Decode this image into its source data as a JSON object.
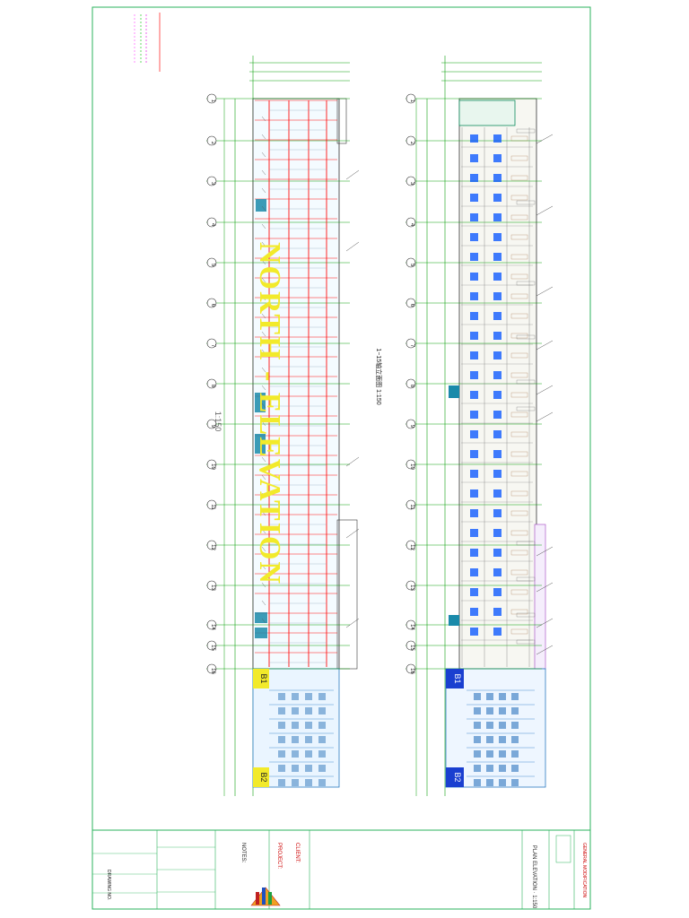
{
  "drawing": {
    "title": "NORTH - ELEVATION",
    "scale": "1:150",
    "center_caption": "1~15轴立面图 1:150",
    "grid_lines": [
      "1",
      "2",
      "3",
      "4",
      "5",
      "6",
      "7",
      "8",
      "9",
      "10",
      "11",
      "12",
      "13",
      "14",
      "15",
      "16"
    ],
    "basement_labels": [
      "B1",
      "B2"
    ],
    "right_section_label": "PLAN ELEVATION · 1:150",
    "legend_lines": [
      "—",
      "—",
      "—",
      "—",
      "—",
      "—"
    ]
  },
  "title_block": {
    "client_label": "CLIENT:",
    "project_label": "PROJECT:",
    "notes_label": "NOTES:",
    "sign_label": "GENERAL MODIFICATION",
    "drawing_no_label": "DRAWING NO."
  },
  "colors": {
    "border": "#2bb35c",
    "grid": "#0aa00a",
    "glazing": "#0050ff",
    "structure_red": "#ff1010",
    "accent_yellow": "#f2ea2a",
    "magenta": "#e000e0"
  }
}
